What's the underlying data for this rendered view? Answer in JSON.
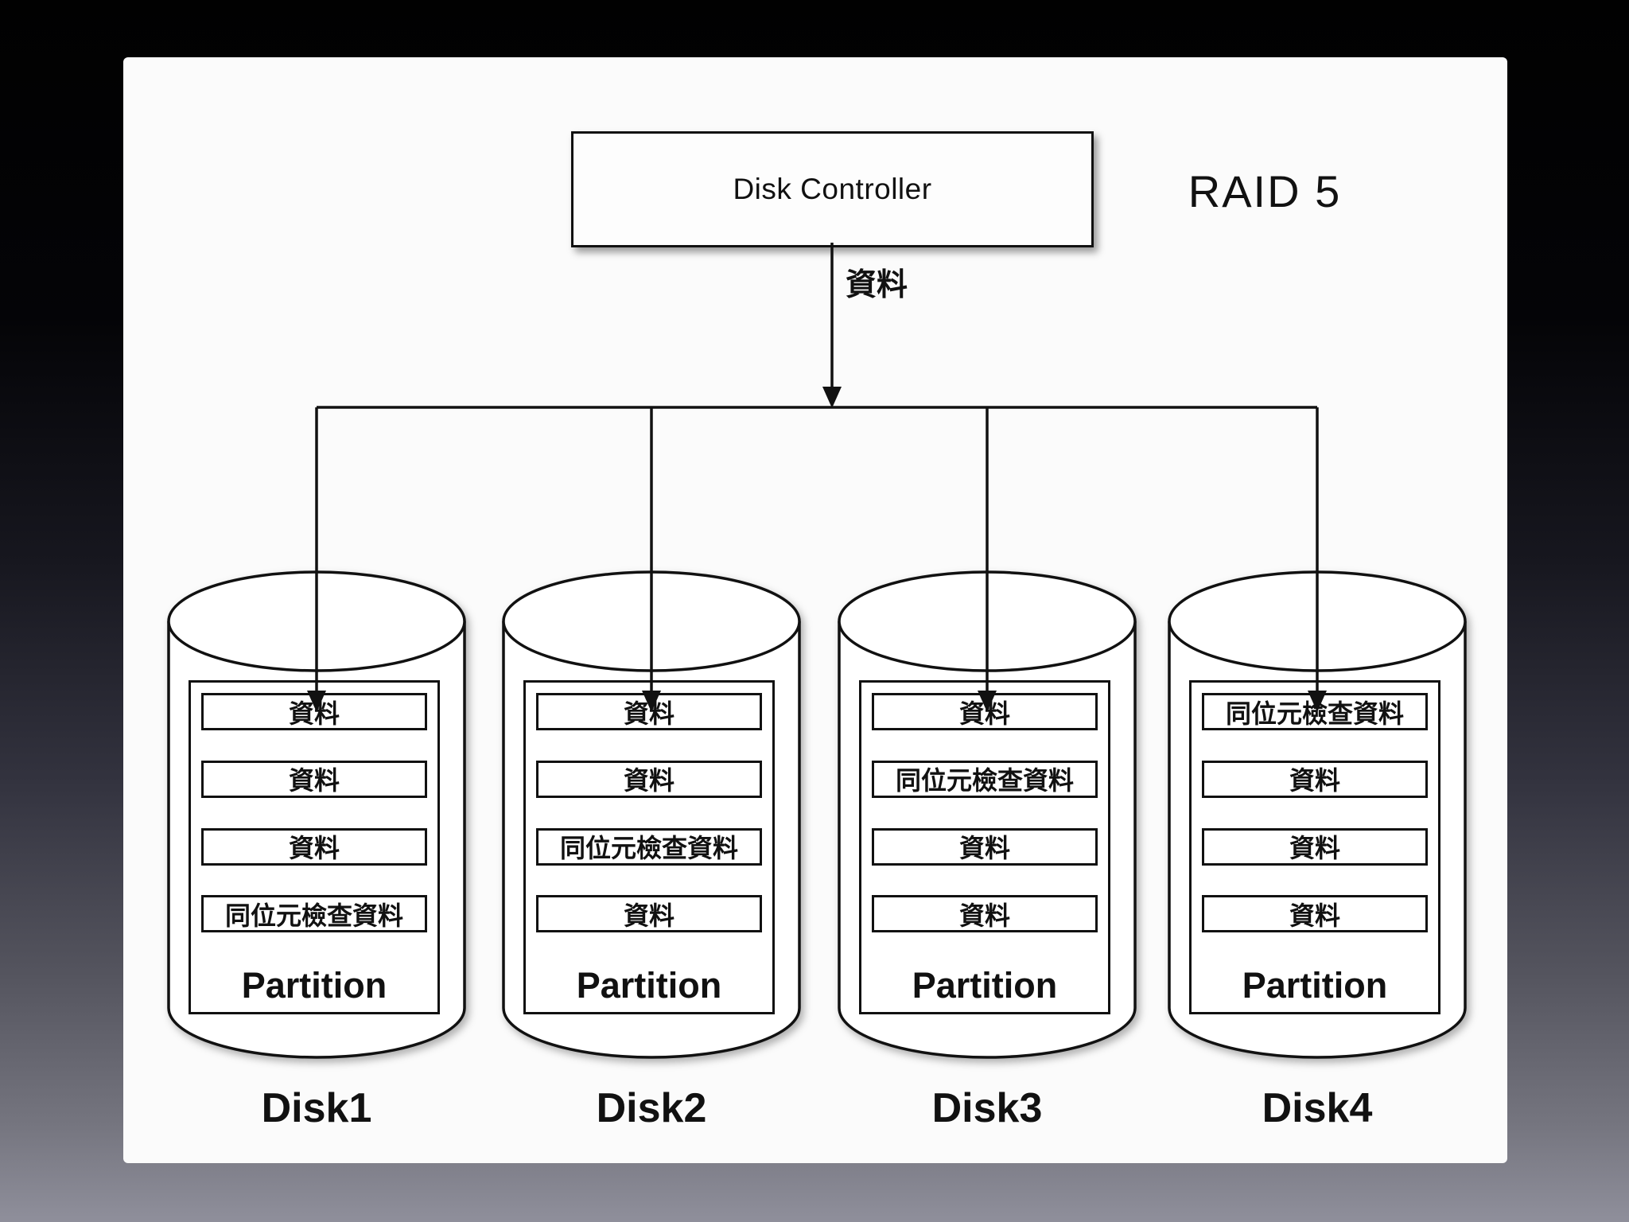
{
  "title": "RAID 5",
  "controller": {
    "label": "Disk Controller"
  },
  "data_flow_label": "資料",
  "disks": [
    {
      "name": "Disk1",
      "partition_label": "Partition",
      "rows": [
        "資料",
        "資料",
        "資料",
        "同位元檢查資料"
      ]
    },
    {
      "name": "Disk2",
      "partition_label": "Partition",
      "rows": [
        "資料",
        "資料",
        "同位元檢查資料",
        "資料"
      ]
    },
    {
      "name": "Disk3",
      "partition_label": "Partition",
      "rows": [
        "資料",
        "同位元檢查資料",
        "資料",
        "資料"
      ]
    },
    {
      "name": "Disk4",
      "partition_label": "Partition",
      "rows": [
        "同位元檢查資料",
        "資料",
        "資料",
        "資料"
      ]
    }
  ],
  "colors": {
    "background_top": "#010101",
    "background_bottom": "#8f8f9b",
    "panel": "#fbfbfb",
    "line": "#111111"
  }
}
